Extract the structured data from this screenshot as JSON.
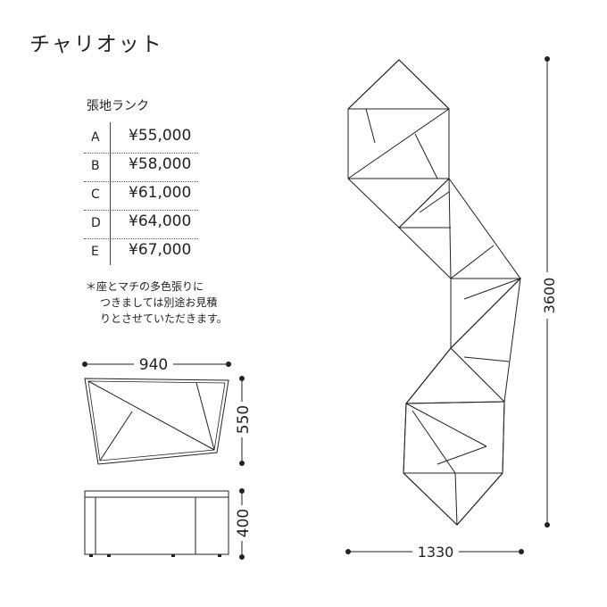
{
  "title": "チャリオット",
  "price_table": {
    "heading": "張地ランク",
    "rows": [
      {
        "rank": "A",
        "price": "¥55,000"
      },
      {
        "rank": "B",
        "price": "¥58,000"
      },
      {
        "rank": "C",
        "price": "¥61,000"
      },
      {
        "rank": "D",
        "price": "¥64,000"
      },
      {
        "rank": "E",
        "price": "¥67,000"
      }
    ]
  },
  "note": {
    "line1": "＊座とマチの多色張りに",
    "line2": "つきましては別途お見積",
    "line3": "りとさせていただきます。"
  },
  "dimensions": {
    "top_width": "940",
    "top_depth": "550",
    "side_height": "400",
    "combo_width": "1330",
    "combo_length": "3600"
  }
}
